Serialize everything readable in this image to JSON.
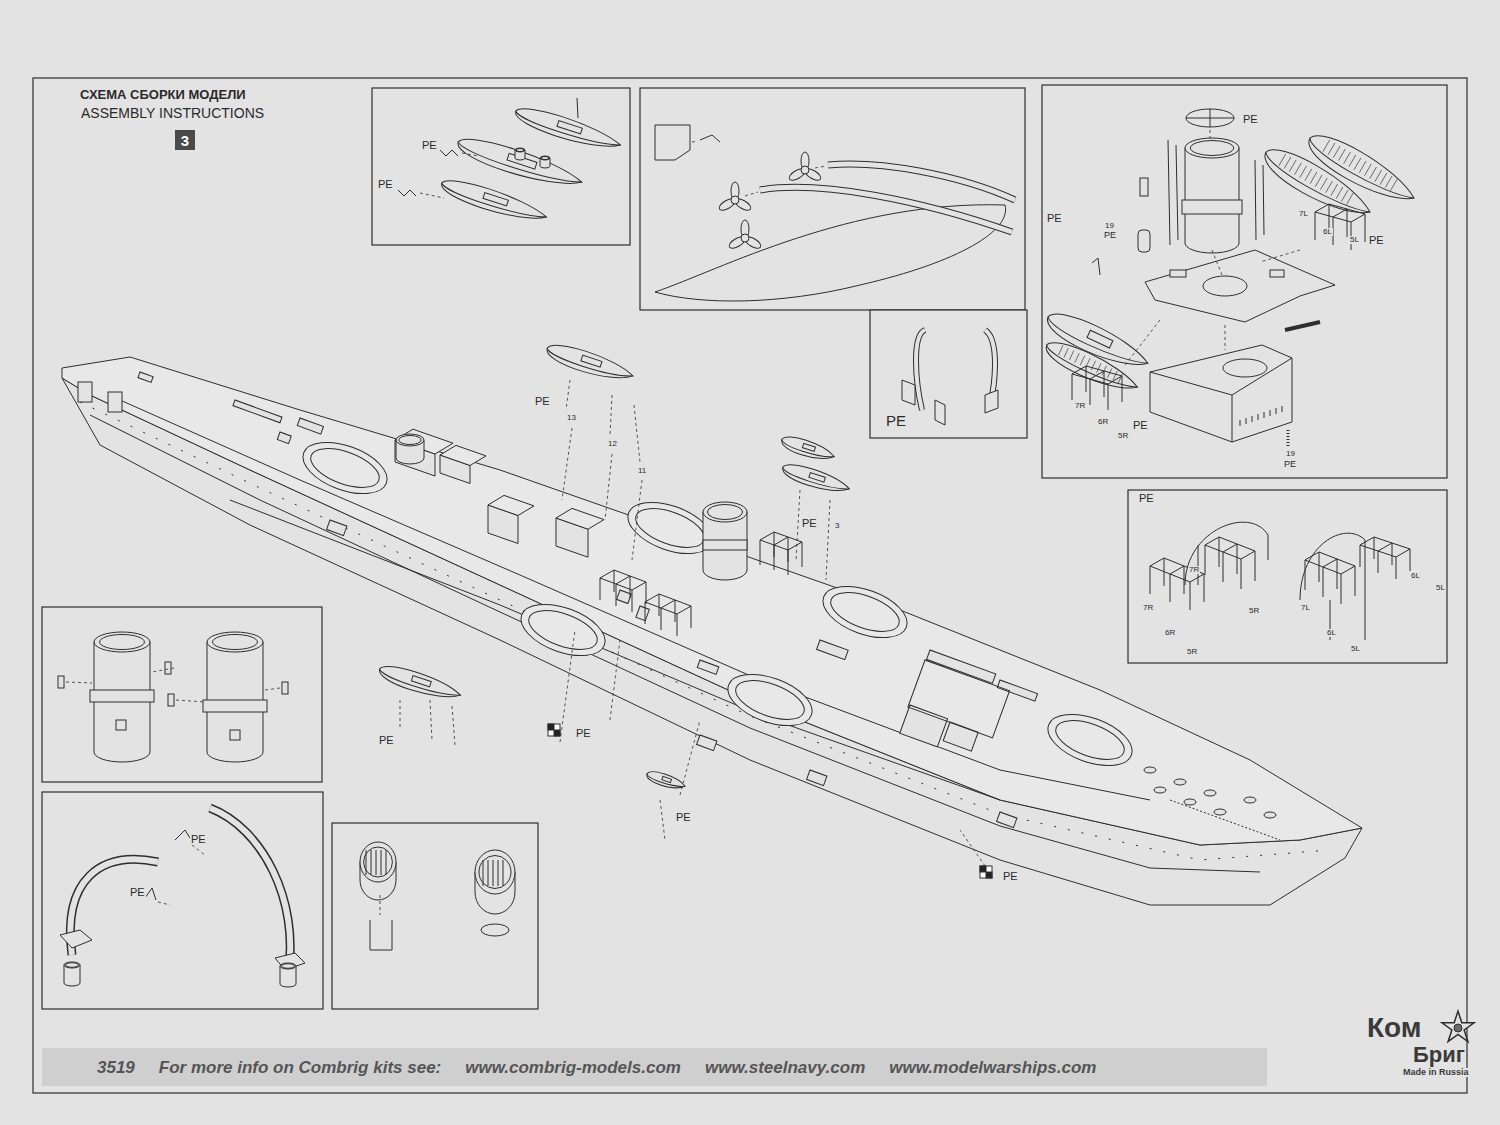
{
  "diagram": {
    "title": "СХЕМА СБОРКИ МОДЕЛИ",
    "nodes": [
      {
        "text": [
          "3"
        ]
      },
      {
        "text": [
          "3519",
          "For more info on Combrig kits see:",
          "www.combrig-models.com",
          "www.steelnavy.com",
          "www.modelwarships.com"
        ]
      }
    ],
    "labels": [
      "ASSEMBLY INSTRUCTIONS",
      "PE",
      "PE",
      "PE",
      "PE",
      "19",
      "PE",
      "7L",
      "6L",
      "5L",
      "PE",
      "7R",
      "6R",
      "5R",
      "PE",
      "19",
      "PE",
      "PE",
      "PE",
      "7R",
      "5R",
      "7R",
      "6R",
      "5R",
      "7L",
      "6L",
      "5L",
      "6L",
      "5L",
      "PE",
      "13",
      "12",
      "11",
      "PE",
      "3",
      "PE",
      "PE",
      "PE",
      "PE",
      "PE",
      "PE",
      "Ком",
      "Бриг",
      "Made in Russia"
    ]
  }
}
